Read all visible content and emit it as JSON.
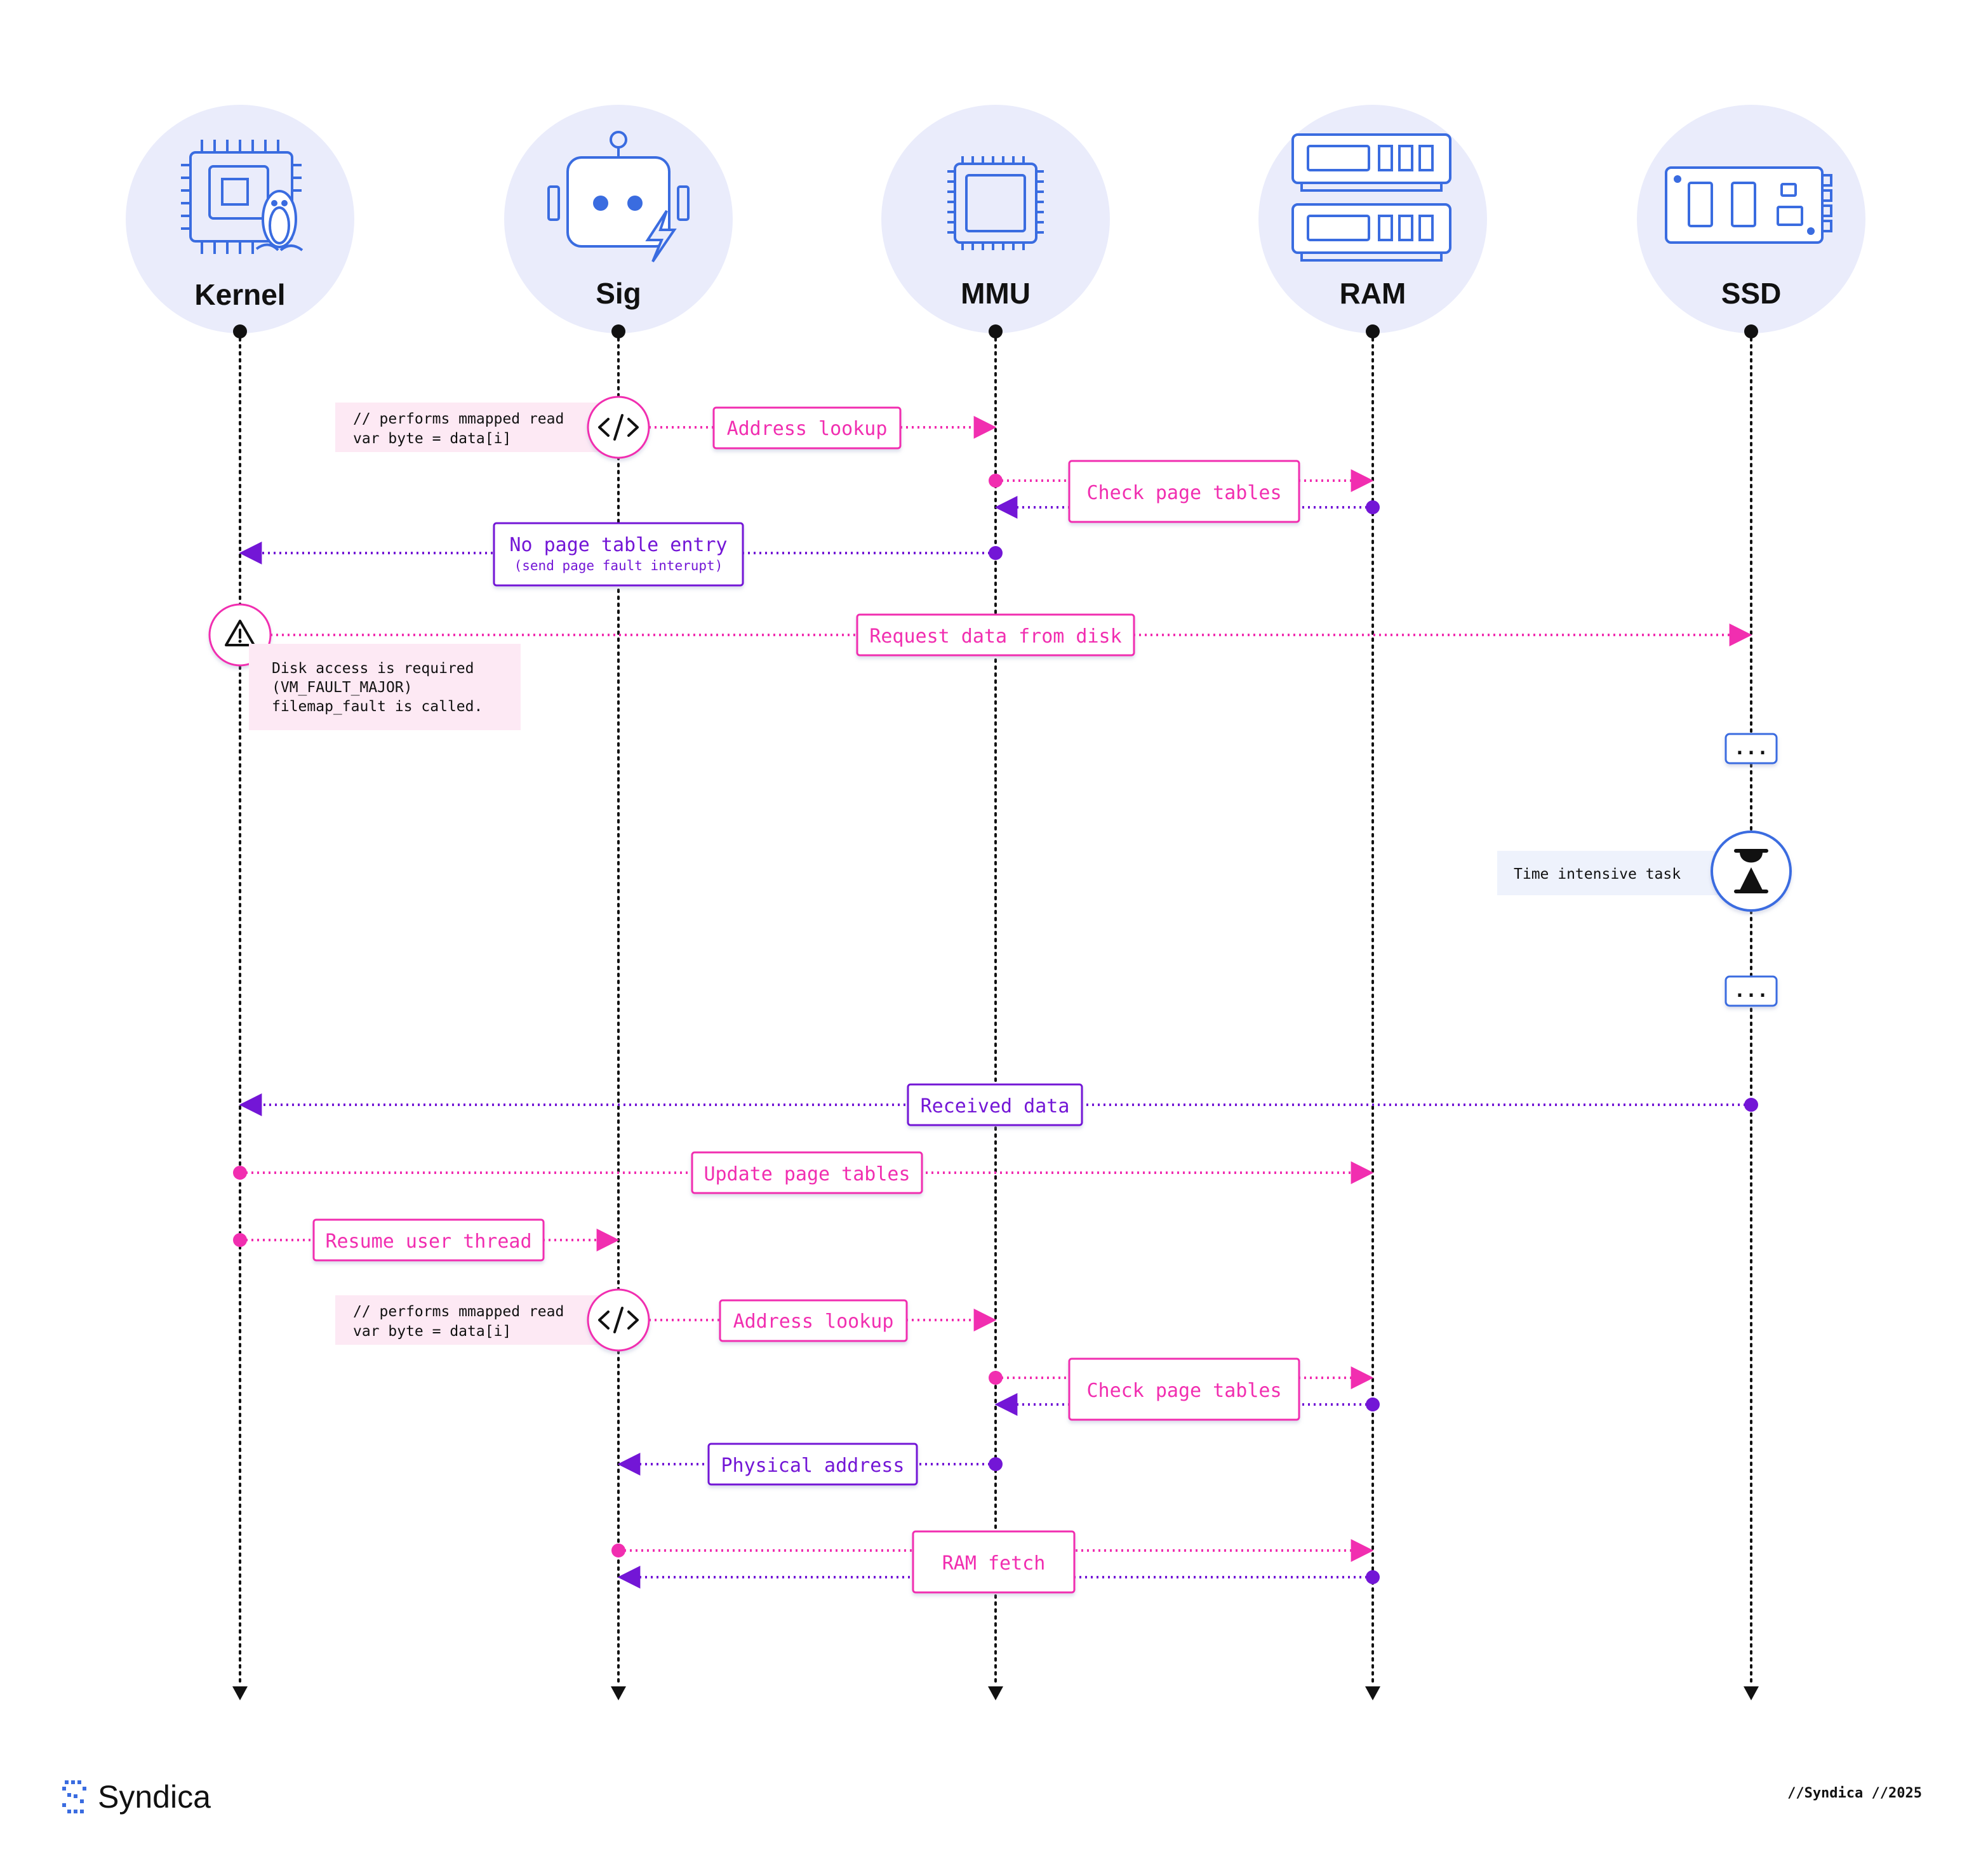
{
  "actors": [
    {
      "id": "kernel",
      "label": "Kernel",
      "icon": "cpu-linux-icon"
    },
    {
      "id": "sig",
      "label": "Sig",
      "icon": "robot-icon"
    },
    {
      "id": "mmu",
      "label": "MMU",
      "icon": "chip-icon"
    },
    {
      "id": "ram",
      "label": "RAM",
      "icon": "ram-module-icon"
    },
    {
      "id": "ssd",
      "label": "SSD",
      "icon": "ssd-icon"
    }
  ],
  "notes": {
    "read_1": [
      "// performs mmapped read",
      "var byte = data[i]"
    ],
    "disk": [
      "Disk access is required",
      "(VM_FAULT_MAJOR)",
      "filemap_fault is called."
    ],
    "time": "Time intensive task",
    "read_2": [
      "// performs mmapped read",
      "var byte = data[i]"
    ]
  },
  "messages": {
    "address_lookup_1": "Address lookup",
    "check_page_tables_1": "Check page tables",
    "no_page_table_entry": "No page table entry",
    "no_page_table_entry_sub": "(send page fault interupt)",
    "request_data": "Request data from disk",
    "ellipsis": "...",
    "received_data": "Received data",
    "update_page_tables": "Update page tables",
    "resume_user_thread": "Resume user thread",
    "address_lookup_2": "Address lookup",
    "check_page_tables_2": "Check page tables",
    "physical_address": "Physical address",
    "ram_fetch": "RAM fetch"
  },
  "colors": {
    "pink": "#f12eb0",
    "purple": "#7316d6",
    "blue": "#3a6ce0",
    "circle": "#eaecfb",
    "note_pink": "#fde9f4",
    "note_blue": "#eef2fc"
  },
  "footer": {
    "brand": "Syndica",
    "right": "//Syndica //2025"
  }
}
